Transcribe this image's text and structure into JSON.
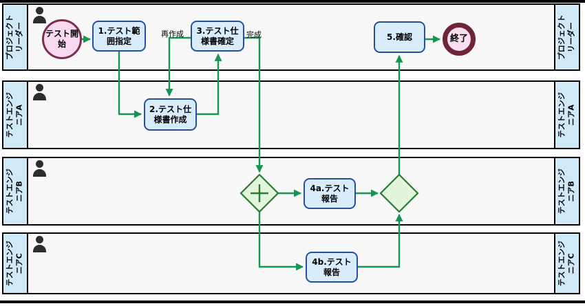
{
  "lanes": [
    {
      "id": "project-leader",
      "lines": [
        "プロジェクト",
        "リーダー"
      ]
    },
    {
      "id": "test-engineer-a",
      "lines": [
        "テストエンジ",
        "ニアA"
      ]
    },
    {
      "id": "test-engineer-b",
      "lines": [
        "テストエンジ",
        "ニアB"
      ]
    },
    {
      "id": "test-engineer-c",
      "lines": [
        "テストエンジ",
        "ニアC"
      ]
    }
  ],
  "nodes": {
    "start": "テスト開始",
    "task1": "1.テスト範囲指定",
    "task2": "2.テスト仕様書作成",
    "task3": "3.テスト仕様書確定",
    "task4a": "4a.テスト報告",
    "task4b": "4b.テスト報告",
    "task5": "5.確認",
    "end": "終了"
  },
  "edge_labels": {
    "rework": "再作成",
    "complete": "完成"
  },
  "colors": {
    "task_fill": "#d9ecfb",
    "task_border": "#24509f",
    "start_fill": "#f8d9ef",
    "start_border": "#7b2c4f",
    "end_fill": "#fbdef2",
    "end_border": "#6d2538",
    "gateway_fill": "#e3f6dc",
    "gateway_border": "#2a7a33",
    "connector": "#149552",
    "lane_strip_fill": "#cfe9f7",
    "lane_content_fill": "#f8f8f8"
  }
}
